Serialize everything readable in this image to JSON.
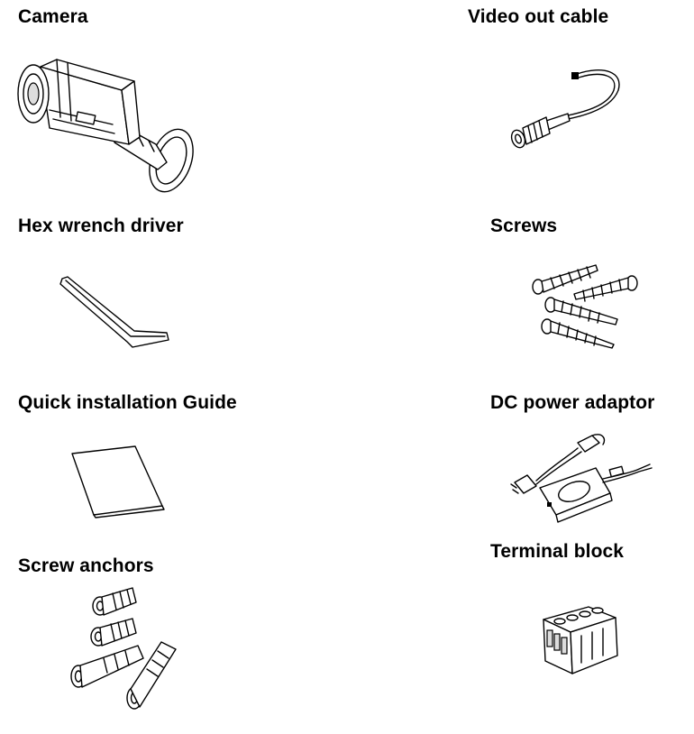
{
  "items": {
    "camera": "Camera",
    "video_out_cable": "Video out cable",
    "hex_wrench": "Hex wrench driver",
    "screws": "Screws",
    "quick_guide": "Quick installation Guide",
    "dc_adaptor": "DC power adaptor",
    "screw_anchors": "Screw anchors",
    "terminal_block": "Terminal block"
  }
}
